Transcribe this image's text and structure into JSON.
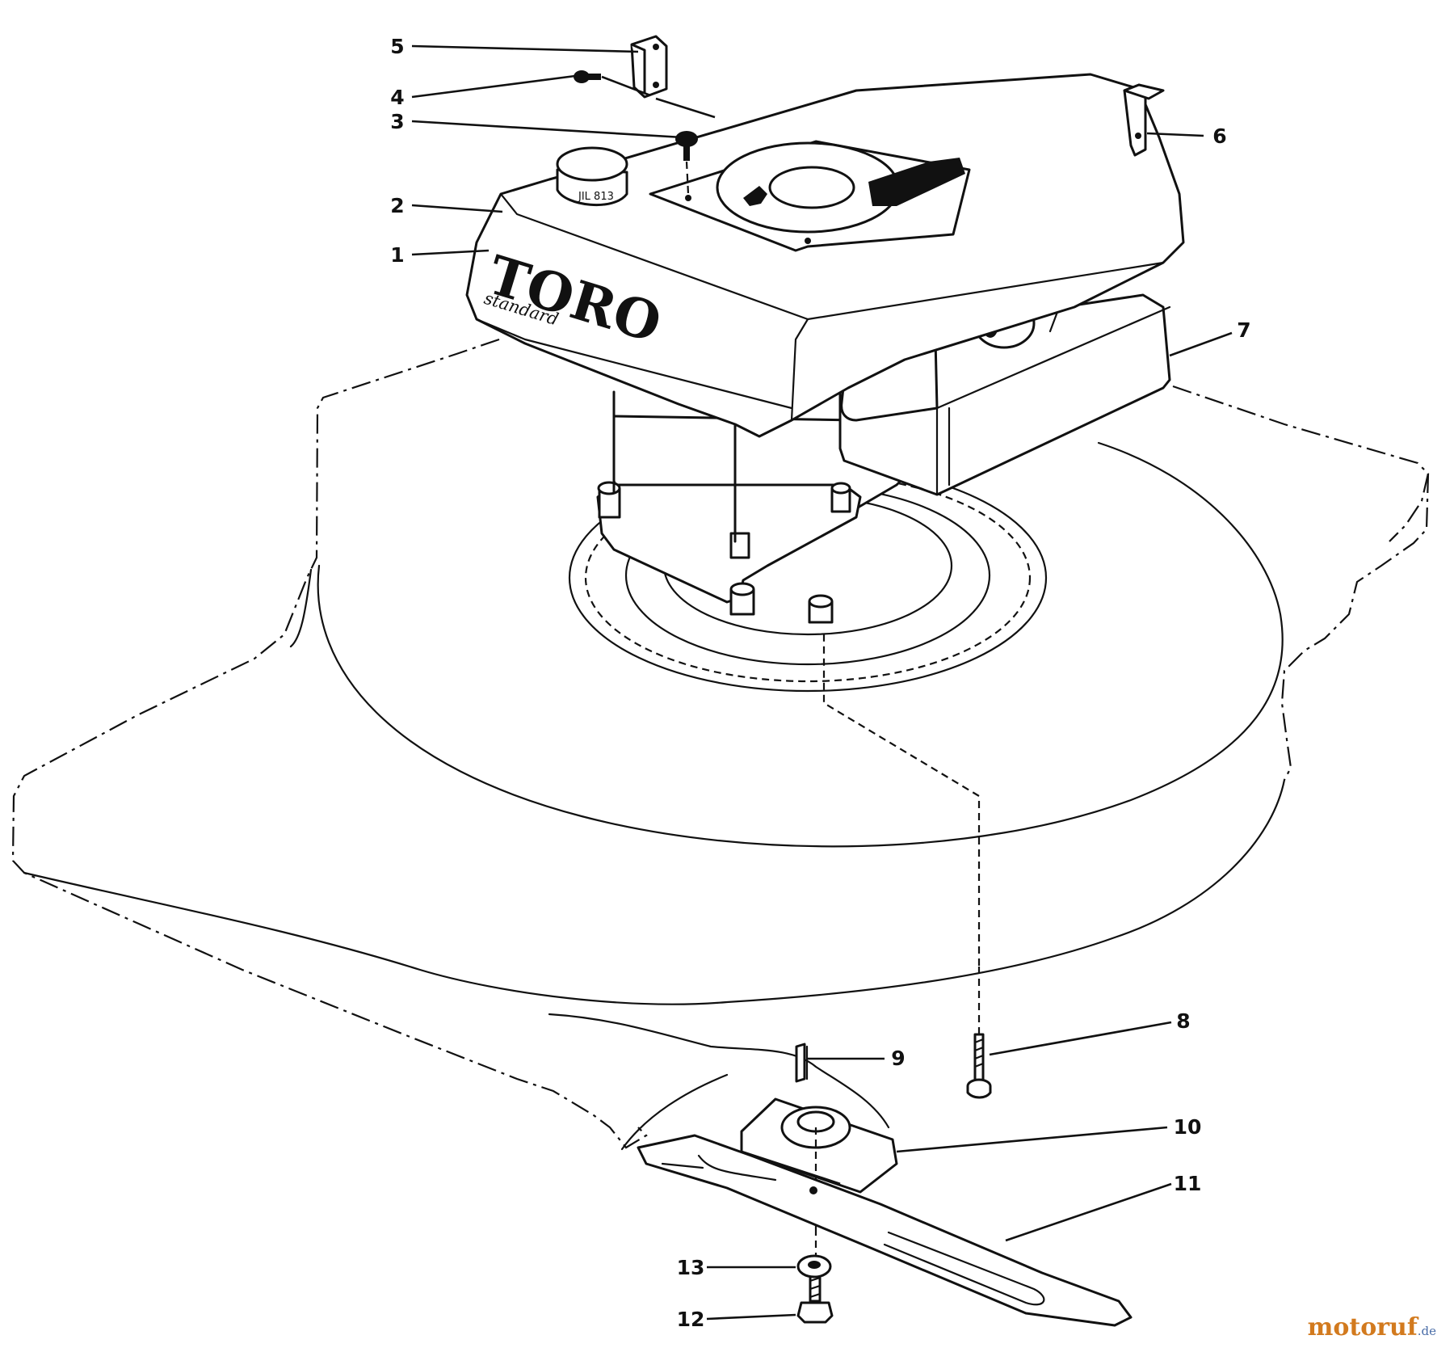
{
  "diagram": {
    "brand": {
      "name": "TORO",
      "model": "standard",
      "cap_marking": "JIL 813"
    },
    "callouts": [
      {
        "id": "1",
        "label": "1"
      },
      {
        "id": "2",
        "label": "2"
      },
      {
        "id": "3",
        "label": "3"
      },
      {
        "id": "4",
        "label": "4"
      },
      {
        "id": "5",
        "label": "5"
      },
      {
        "id": "6",
        "label": "6"
      },
      {
        "id": "7",
        "label": "7"
      },
      {
        "id": "8",
        "label": "8"
      },
      {
        "id": "9",
        "label": "9"
      },
      {
        "id": "10",
        "label": "10"
      },
      {
        "id": "11",
        "label": "11"
      },
      {
        "id": "12",
        "label": "12"
      },
      {
        "id": "13",
        "label": "13"
      }
    ]
  },
  "watermark": {
    "main": "motoruf",
    "tld": ".de"
  }
}
